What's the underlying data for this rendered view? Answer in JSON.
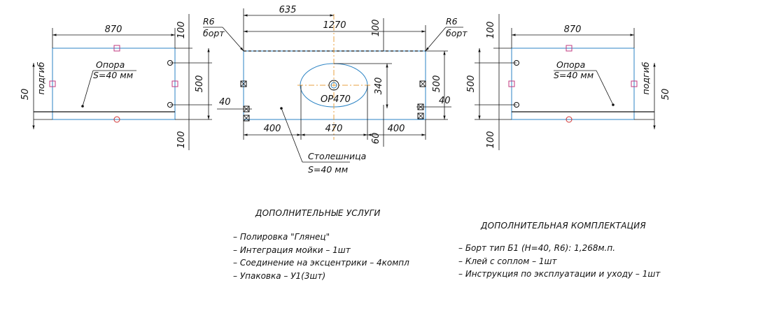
{
  "drawing": {
    "left_panel": {
      "width": "870",
      "offset_top": "100",
      "offset_bottom": "100",
      "height": "500",
      "podgib_dim": "50",
      "podgib_label": "подгиб",
      "support_label": "Опора",
      "support_thickness": "S=40 мм"
    },
    "top_panel": {
      "half_width": "635",
      "width": "1270",
      "radius_left": "R6",
      "bort_left": "борт",
      "radius_right": "R6",
      "bort_right": "борт",
      "offset_top": "100",
      "depth": "340",
      "right_height": "500",
      "left_small": "40",
      "right_small": "40",
      "bowl_label": "ОР470",
      "bowl_width": "470",
      "left_margin": "400",
      "right_margin": "400",
      "bottom_offset": "60",
      "countertop_label": "Столешница",
      "countertop_thickness": "S=40 мм"
    },
    "right_panel": {
      "width": "870",
      "offset_top": "100",
      "offset_bottom": "100",
      "height": "500",
      "podgib_dim": "50",
      "podgib_label": "подгиб",
      "support_label": "Опора",
      "support_thickness": "S=40 мм"
    }
  },
  "services": {
    "heading": "ДОПОЛНИТЕЛЬНЫЕ УСЛУГИ",
    "items": [
      "Полировка \"Глянец\"",
      "Интеграция мойки – 1шт",
      "Соединение на эксцентрики – 4компл",
      "Упаковка – У1(3шт)"
    ]
  },
  "equipment": {
    "heading": "ДОПОЛНИТЕЛЬНАЯ КОМПЛЕКТАЦИЯ",
    "items": [
      "Борт тип Б1 (Н=40, R6): 1,268м.п.",
      "Клей с соплом – 1шт",
      "Инструкция по эксплуатации и уходу – 1шт"
    ]
  },
  "colors": {
    "line": "#111111",
    "outline": "#2b83c4",
    "center_mark": "#c0387f",
    "hole_mark": "#d03030",
    "axis": "#e8a040"
  }
}
